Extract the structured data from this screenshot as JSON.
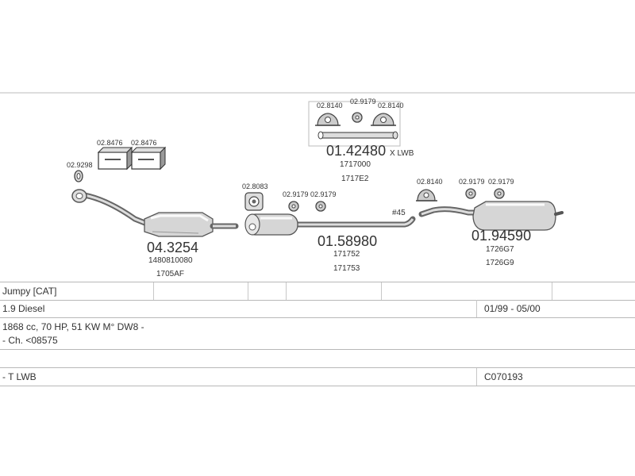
{
  "parts": {
    "catalyst": {
      "number": "04.3254",
      "refs": [
        "1480810080",
        "1705AF"
      ]
    },
    "front_pipe_ring": {
      "number": "02.9298"
    },
    "bracket_a": {
      "number": "02.8476"
    },
    "bracket_b": {
      "number": "02.8476"
    },
    "middle_silencer": {
      "number": "01.58980",
      "refs": [
        "171752",
        "171753"
      ]
    },
    "middle_clamp": {
      "number": "02.8083"
    },
    "middle_hanger_a": {
      "number": "02.9179"
    },
    "middle_hanger_b": {
      "number": "02.9179"
    },
    "pipe_diameter_label": "#45",
    "lwb_pipe": {
      "number": "01.42480",
      "suffix": "X LWB",
      "refs": [
        "1717000",
        "1717E2"
      ]
    },
    "lwb_hanger_left": {
      "number": "02.8140"
    },
    "lwb_hanger_mid": {
      "number": "02.9179"
    },
    "lwb_hanger_right": {
      "number": "02.8140"
    },
    "rear_silencer": {
      "number": "01.94590",
      "refs": [
        "1726G7",
        "1726G9"
      ]
    },
    "rear_hanger_a": {
      "number": "02.8140"
    },
    "rear_hanger_b": {
      "number": "02.9179"
    },
    "rear_hanger_c": {
      "number": "02.9179"
    }
  },
  "info": {
    "model": "Jumpy  [CAT]",
    "engine": "1.9 Diesel",
    "years": "01/99 - 05/00",
    "spec": "1868 cc, 70 HP, 51 KW M° DW8 -",
    "chassis": "- Ch. <08575",
    "variant": "- T LWB",
    "code": "C070193"
  }
}
